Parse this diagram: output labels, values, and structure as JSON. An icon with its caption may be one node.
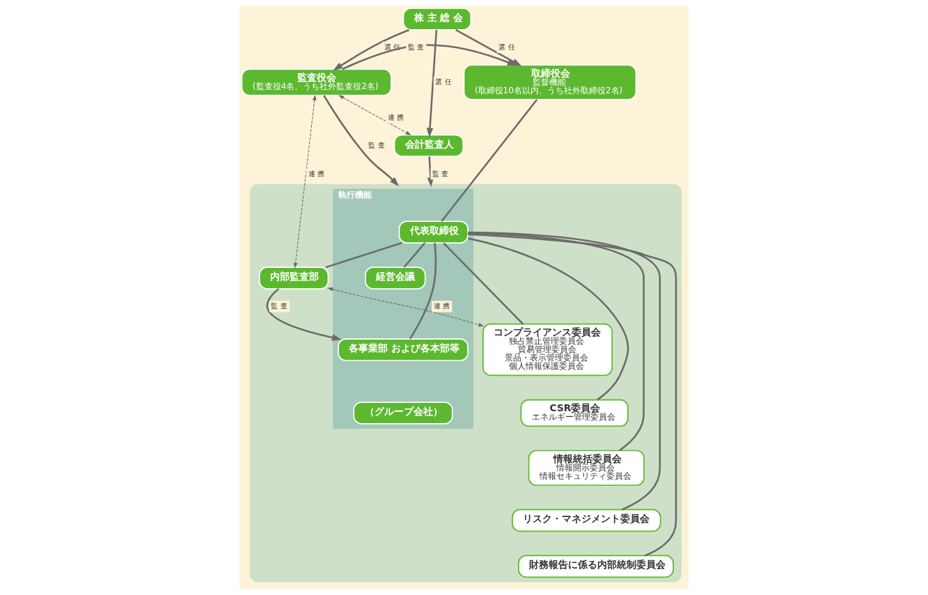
{
  "diagram": {
    "nodes": [
      {
        "text": [
          "株 主 総 会"
        ]
      },
      {
        "text": [
          "取締役会",
          "監督機能",
          "(取締役10名以内、うち社外取締役2名)"
        ]
      },
      {
        "text": [
          "監査役会",
          "(監査役4名、うち社外監査役2名)"
        ]
      },
      {
        "text": [
          "会計監査人"
        ]
      },
      {
        "text": [],
        "shape": "box"
      },
      {
        "text": [
          "執行機能"
        ],
        "in": 4
      },
      {
        "text": [
          "代表取締役"
        ],
        "in": 5
      },
      {
        "text": [
          "経営会議"
        ],
        "in": 5
      },
      {
        "text": [
          "各事業部 および各本部等"
        ],
        "in": 5
      },
      {
        "text": [
          "（グループ会社）"
        ],
        "in": 5
      },
      {
        "text": [
          "内部監査部"
        ],
        "in": 4
      },
      {
        "text": [
          "コンプライアンス委員会",
          "独占禁止管理委員会",
          "貿易管理委員会",
          "景品・表示管理委員会",
          "個人情報保護委員会"
        ],
        "in": 4
      },
      {
        "text": [
          "CSR委員会",
          "エネルギー管理委員会"
        ],
        "in": 4
      },
      {
        "text": [
          "情報統括委員会",
          "情報開示委員会",
          "情報セキュリティ委員会"
        ],
        "in": 4
      },
      {
        "text": [
          "リスク・マネジメント委員会"
        ],
        "in": 4
      },
      {
        "text": [
          "財務報告に係る内部統制委員会"
        ],
        "in": 4
      }
    ],
    "edges": [
      {
        "from": 0,
        "to": 1,
        "arrow": "to",
        "label": "選 任"
      },
      {
        "from": 0,
        "to": 2,
        "arrow": "to",
        "label": "選 任"
      },
      {
        "from": 0,
        "to": 3,
        "arrow": "to",
        "label": "選 任"
      },
      {
        "from": 2,
        "to": 1,
        "arrow": "to",
        "label": "監 査"
      },
      {
        "from": 1,
        "to": 6,
        "arrow": "none"
      },
      {
        "from": 2,
        "to": 10,
        "arrow": "both",
        "label": "連 携",
        "style": "dashed"
      },
      {
        "from": 2,
        "to": 3,
        "arrow": "both",
        "label": "連 携",
        "style": "dashed"
      },
      {
        "from": 10,
        "to": 11,
        "arrow": "both",
        "label": "連 携",
        "style": "dashed"
      },
      {
        "from": 6,
        "to": 10,
        "arrow": "none"
      },
      {
        "from": 6,
        "to": 11,
        "arrow": "none"
      },
      {
        "from": 6,
        "to": 12,
        "arrow": "none"
      },
      {
        "from": 6,
        "to": 13,
        "arrow": "none"
      },
      {
        "from": 6,
        "to": 14,
        "arrow": "none"
      },
      {
        "from": 6,
        "to": 15,
        "arrow": "none"
      },
      {
        "from": 6,
        "to": 7,
        "arrow": "none"
      },
      {
        "from": 6,
        "to": 8,
        "arrow": "none"
      },
      {
        "from": 10,
        "to": 8,
        "arrow": "to",
        "label": "監 査"
      },
      {
        "from": 2,
        "to": 4,
        "arrow": "to",
        "label": "監 査"
      },
      {
        "from": 3,
        "to": 4,
        "arrow": "to",
        "label": "監 査"
      }
    ]
  }
}
